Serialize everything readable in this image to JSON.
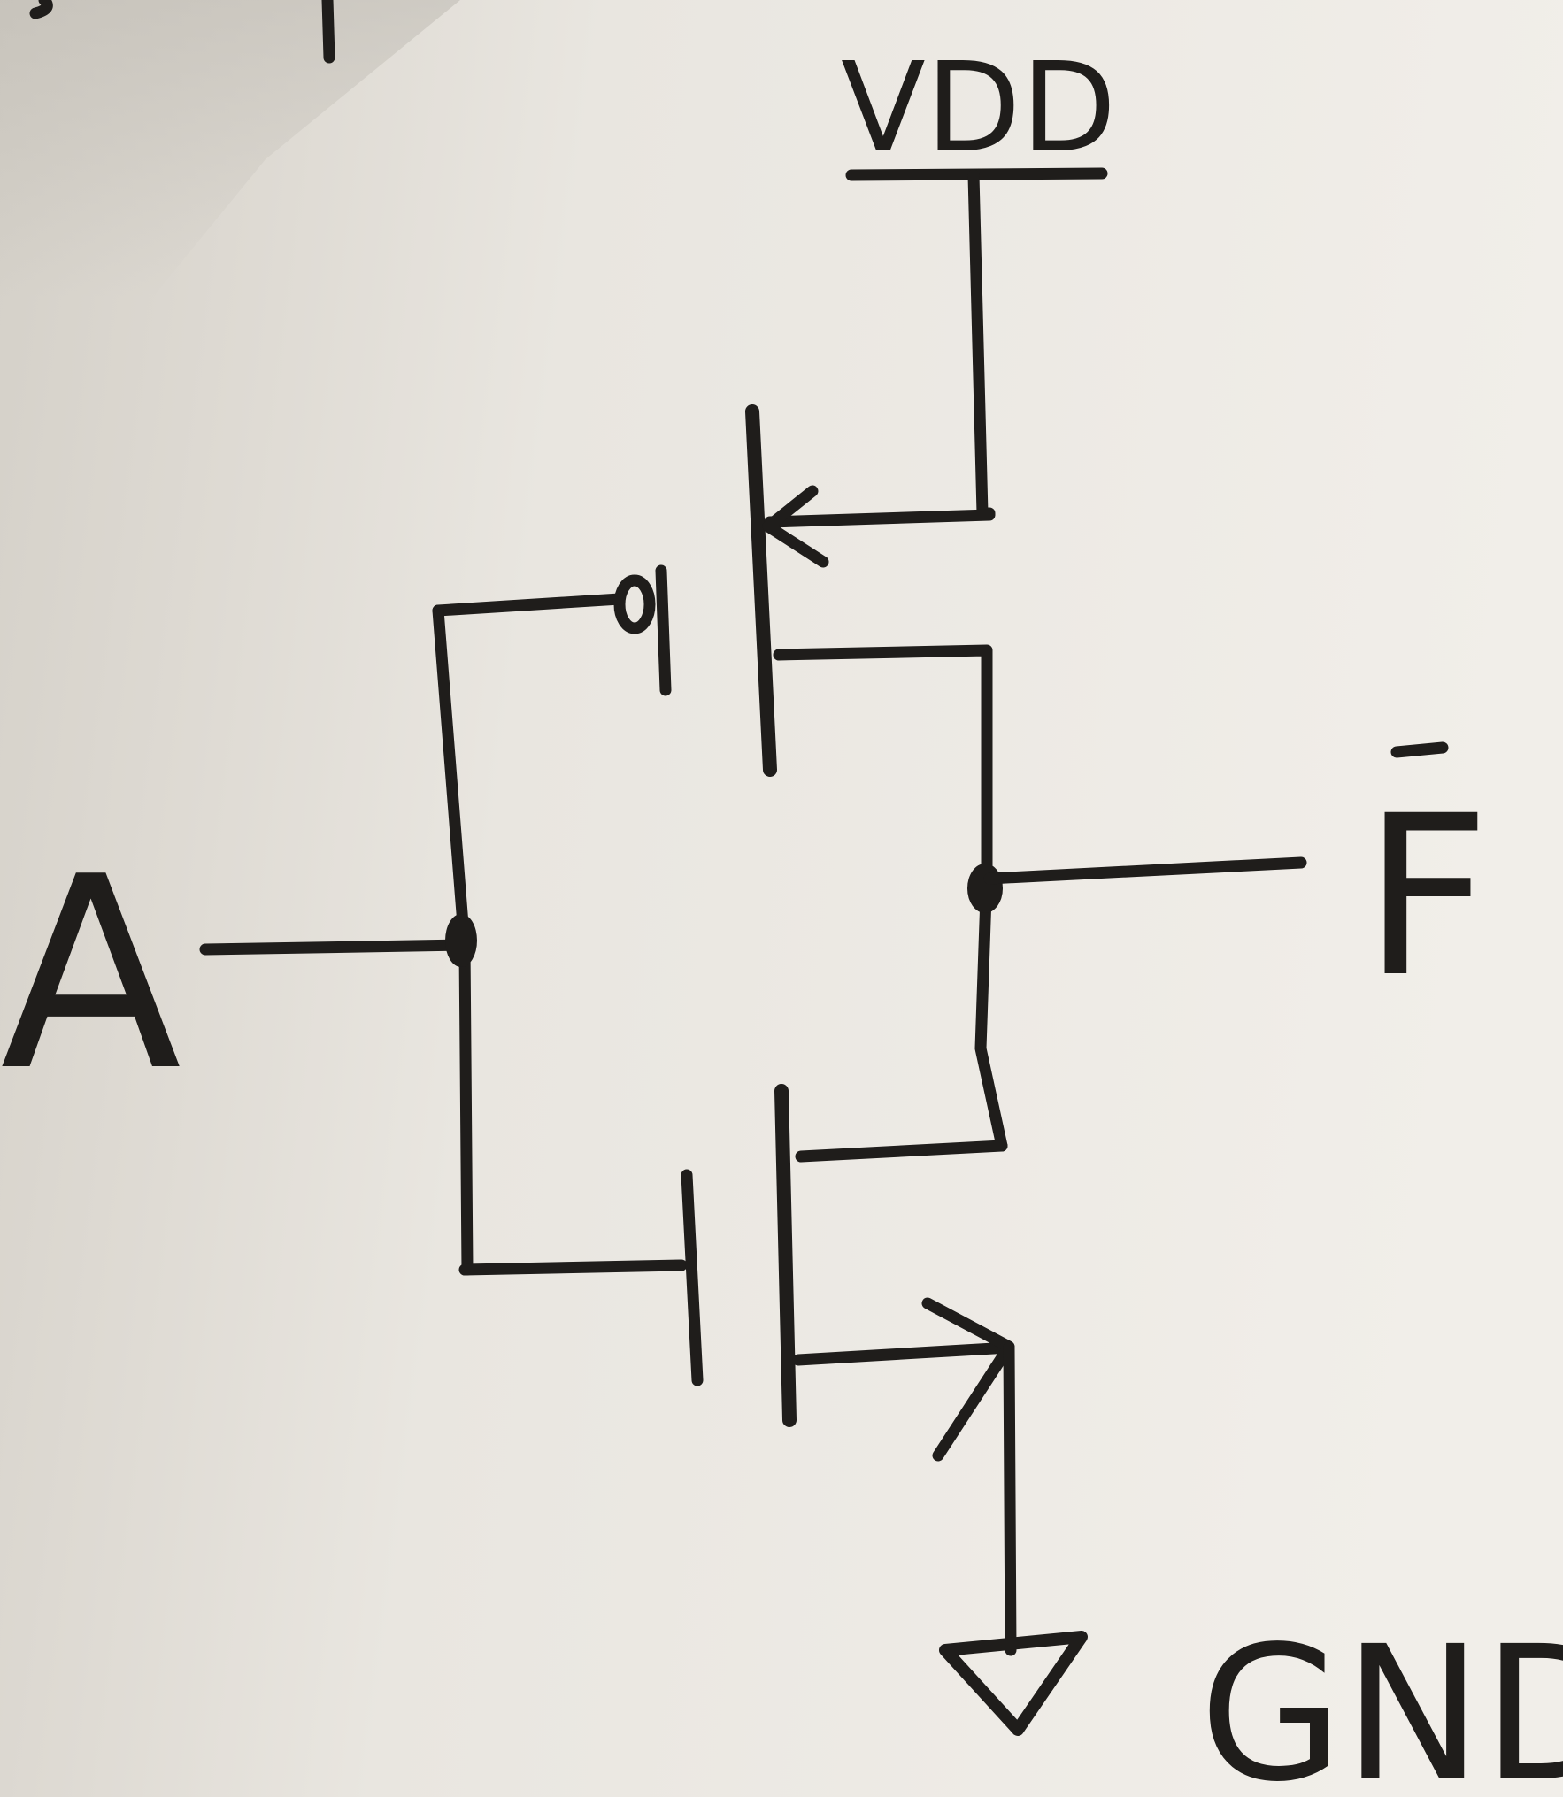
{
  "diagram": {
    "type": "circuit-schematic",
    "labels": {
      "supply": "VDD",
      "input": "A",
      "output": "F",
      "ground": "GND"
    },
    "colors": {
      "ink": "#1f1d1b",
      "paper_light": "#f1eee9",
      "paper_shadow": "#c9c5bd"
    }
  }
}
